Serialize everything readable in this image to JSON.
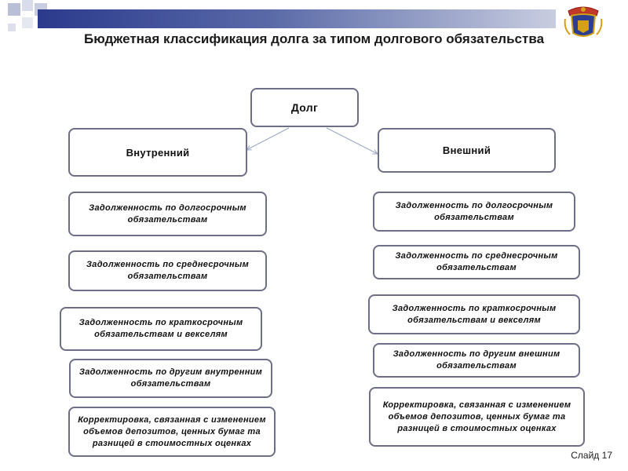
{
  "title": "Бюджетная классификация долга за типом долгового обязательства",
  "colors": {
    "band_dark": "#2b3a8c",
    "box_border": "#6e6e86",
    "arrow": "#9aa6c4"
  },
  "root": {
    "label": "Долг"
  },
  "internal": {
    "label": "Внутренний",
    "items": [
      "Задолженность по долгосрочным обязательствам",
      "Задолженность по среднесрочным обязательствам",
      "Задолженность по краткосрочным обязательствам и векселям",
      "Задолженность по другим внутренним обязательствам",
      "Корректировка, связанная с изменением объемов депозитов, ценных бумаг та разницей в стоимостных оценках"
    ]
  },
  "external": {
    "label": "Внешний",
    "items": [
      "Задолженность по долгосрочным обязательствам",
      "Задолженность по среднесрочным обязательствам",
      "Задолженность по краткосрочным обязательствам и векселям",
      "Задолженность по другим внешним обязательствам",
      "Корректировка, связанная с изменением объемов депозитов, ценных бумаг та разницей в стоимостных оценках"
    ]
  },
  "slide": {
    "label": "Слайд 17"
  }
}
